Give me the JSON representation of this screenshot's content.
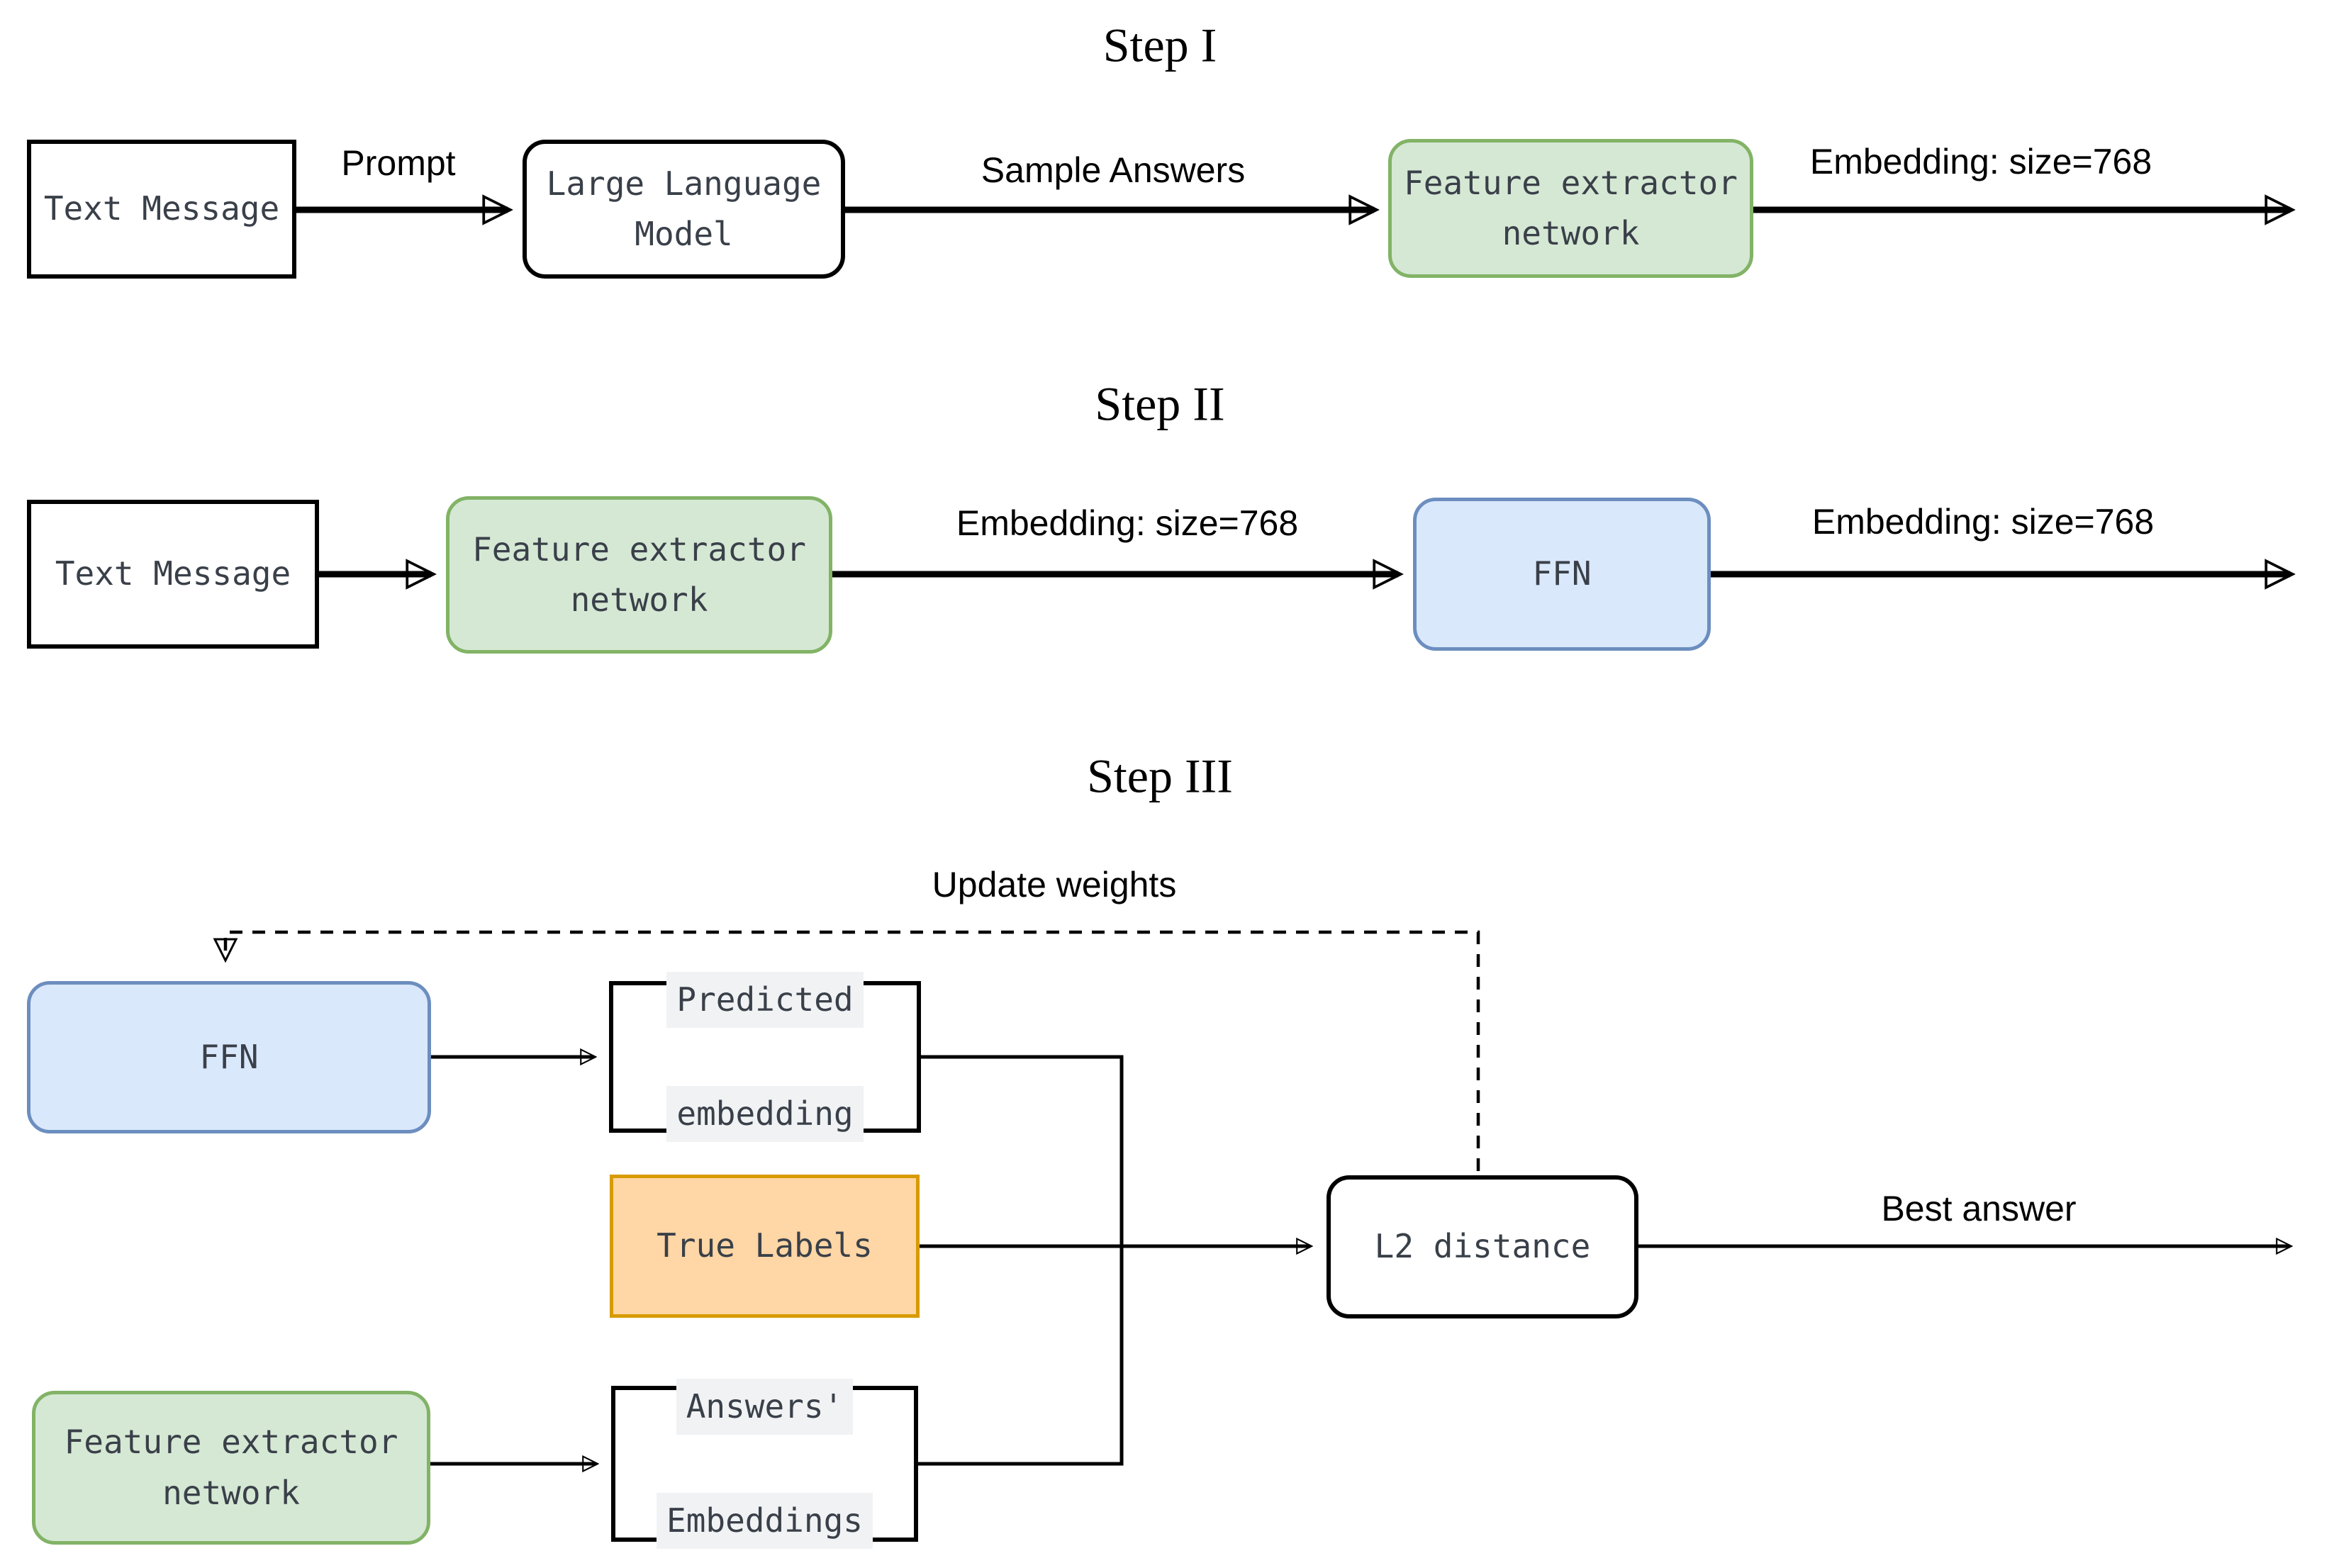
{
  "diagram": {
    "titles": {
      "step1": "Step I",
      "step2": "Step II",
      "step3": "Step III"
    },
    "nodes": {
      "text_message_1": "Text Message",
      "large_language_model": "Large Language\nModel",
      "feature_extractor_1": "Feature extractor\nnetwork",
      "text_message_2": "Text Message",
      "feature_extractor_2": "Feature extractor\nnetwork",
      "ffn_2": "FFN",
      "ffn_3": "FFN",
      "predicted_embedding": {
        "line1": "Predicted",
        "line2": "embedding"
      },
      "true_labels": "True Labels",
      "feature_extractor_3": "Feature extractor\nnetwork",
      "answers_embeddings": {
        "line1": "Answers'",
        "line2": "Embeddings"
      },
      "l2_distance": "L2 distance"
    },
    "edge_labels": {
      "prompt": "Prompt",
      "sample_answers": "Sample Answers",
      "embedding_step1": "Embedding: size=768",
      "embedding_step2a": "Embedding: size=768",
      "embedding_step2b": "Embedding: size=768",
      "update_weights": "Update weights",
      "best_answer": "Best answer"
    },
    "colors": {
      "line": "#000000",
      "node_text": "#3a4049",
      "green_fill": "#d5e8d4",
      "green_border": "#82b366",
      "blue_fill": "#dae8fc",
      "blue_border": "#6c8ebf",
      "orange_fill": "#ffd6a5",
      "orange_border": "#d79b00",
      "highlight": "#f0f2f4",
      "background": "#ffffff"
    }
  }
}
